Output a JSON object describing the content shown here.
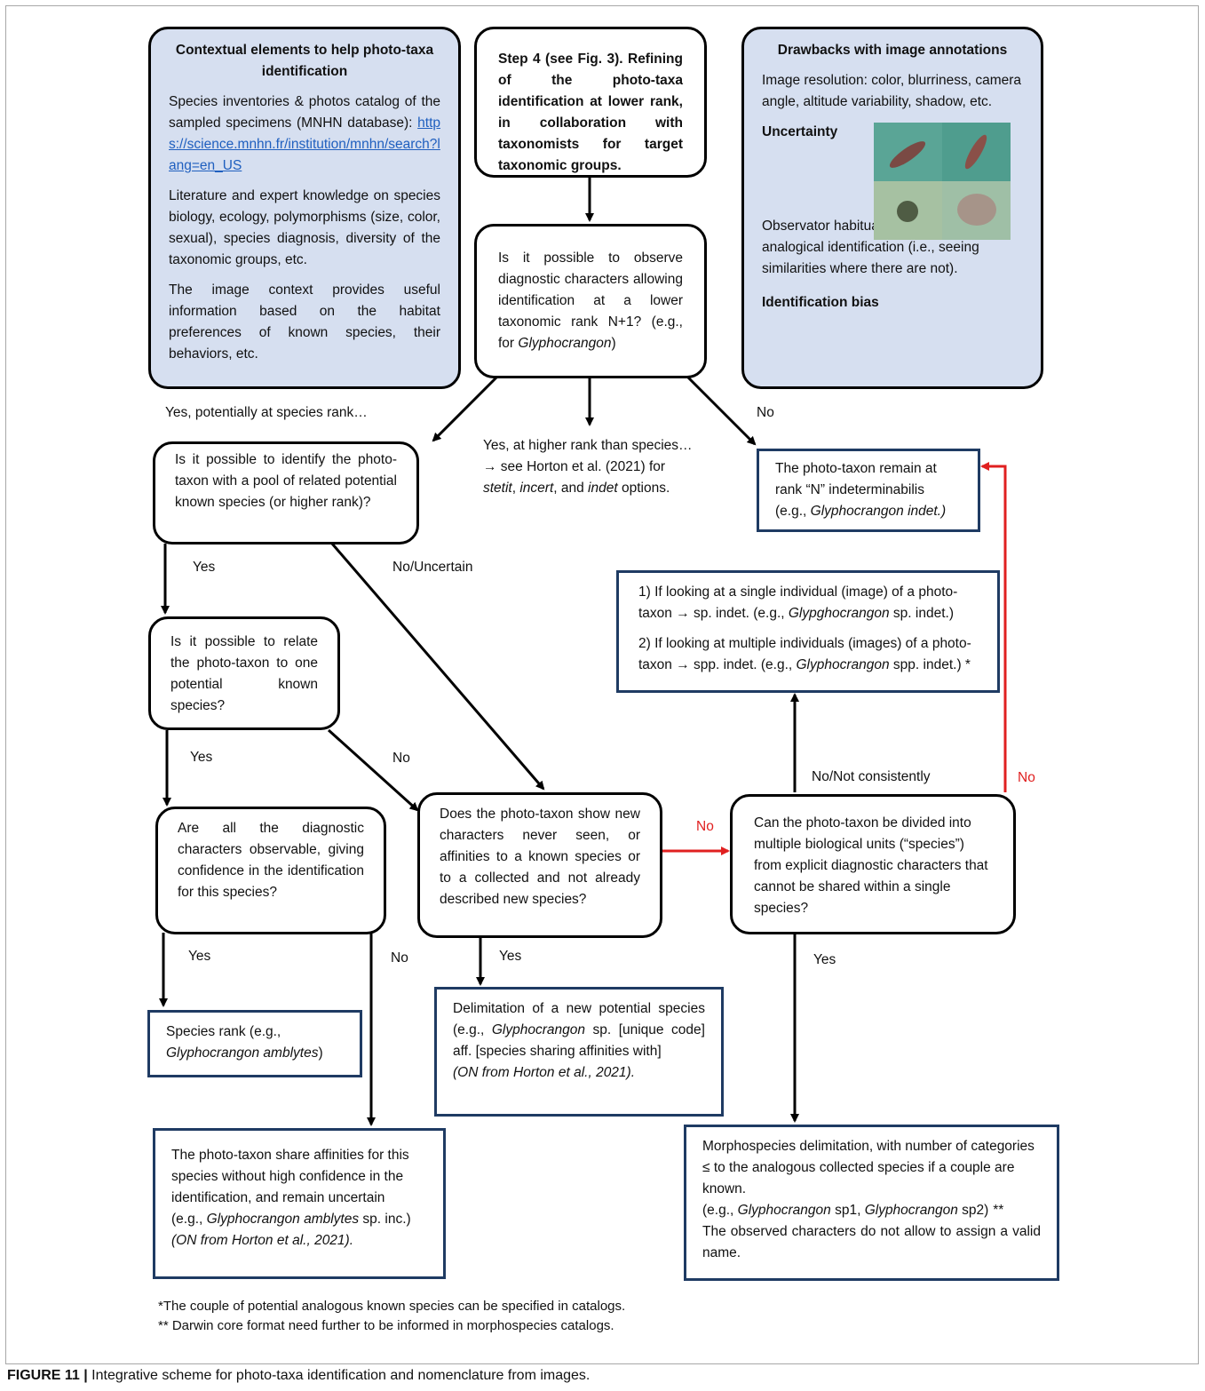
{
  "contextual": {
    "title": "Contextual elements to help photo-taxa identification",
    "p1_text": "Species inventories & photos catalog of the sampled specimens (MNHN database):",
    "p1_link": "https://science.mnhn.fr/institution/mnhn/search?lang=en_US",
    "p2": "Literature and expert knowledge on species biology, ecology, polymorphisms (size, color, sexual), species diagnosis, diversity of the taxonomic groups, etc.",
    "p3": "The image context provides useful information based on the habitat preferences of known species, their behaviors, etc."
  },
  "step4": "Step 4 (see Fig. 3). Refining of the photo-taxa identification at lower rank, in collaboration with taxonomists for target taxonomic groups.",
  "drawbacks": {
    "title": "Drawbacks with image annotations",
    "resolution": "Image resolution: color, blurriness, camera angle, altitude variability, shadow, etc.",
    "uncertainty": "Uncertainty",
    "habituation": "Observator habituation: tending to make analogical identification (i.e., seeing similarities where there are not).",
    "bias": "Identification bias"
  },
  "q_observe": {
    "text": "Is it possible to observe diagnostic characters allowing identification at a lower taxonomic rank N+1? (e.g., for ",
    "genus": "Glyphocrangon",
    "close": ")"
  },
  "labels": {
    "yes_species": "Yes, potentially at species rank…",
    "no_top": "No",
    "yes": "Yes",
    "no": "No",
    "no_uncertain": "No/Uncertain",
    "no_not_consistently": "No/Not consistently",
    "no_red": "No"
  },
  "higher_rank": {
    "line1": "Yes, at higher rank than species…",
    "line2": "→ see Horton et al. (2021) for",
    "opt1": "stetit",
    "opt2": "incert",
    "opt3": "indet",
    "and": ", and ",
    "sep": ", ",
    "tail": " options."
  },
  "remain_indet": {
    "text": "The photo-taxon remain at rank “N” indeterminabilis",
    "eg_pre": "(e.g., ",
    "genus": "Glyphocrangon",
    "eg_post": " indet.)"
  },
  "q_pool": "Is it possible to identify the photo-taxon with a pool of related potential known species (or higher rank)?",
  "q_relate": "Is it possible to relate the photo-taxon to one potential known species?",
  "q_all_chars": "Are all the diagnostic characters observable, giving confidence in the identification for this species?",
  "q_new_chars": "Does the photo-taxon show new characters never seen, or affinities to a known species or to a collected and not already described new species?",
  "q_divide": "Can the photo-taxon be divided into multiple biological units (“species”) from explicit diagnostic characters that cannot be shared within a single species?",
  "sp_indet": {
    "l1_pre": "1) If looking at a single individual (image) of a photo-taxon → sp. indet. (e.g., ",
    "l1_genus": "Glypghocrangon",
    "l1_post": " sp. indet.)",
    "l2_pre": "2) If looking at multiple individuals (images) of a photo-taxon → spp. indet. (e.g., ",
    "l2_genus": "Glyphocrangon",
    "l2_post": " spp. indet.) *"
  },
  "species_rank": {
    "pre": "Species rank (e.g.,",
    "name": "Glyphocrangon amblytes",
    "post": ")"
  },
  "delimitation": {
    "pre": "Delimitation of a new potential species (e.g., ",
    "genus": "Glyphocrangon",
    "post": " sp. [unique code] aff. [species sharing affinities with]",
    "on": "(ON from Horton et al., 2021)."
  },
  "share_affinities": {
    "text": "The photo-taxon share affinities for this species without high confidence in the identification, and remain uncertain",
    "eg_pre": "(e.g., ",
    "name": "Glyphocrangon amblytes",
    "eg_post": " sp. inc.)",
    "on": "(ON from Horton et al., 2021)."
  },
  "morphospecies": {
    "text": "Morphospecies delimitation, with number of categories ≤ to the analogous collected species if a couple are known.",
    "eg_pre": "(e.g., ",
    "g1": "Glyphocrangon",
    "mid": " sp1, ",
    "g2": "Glyphocrangon",
    "eg_post": " sp2) ",
    "stars": "**",
    "tail": "The observed characters do not allow to assign a valid name."
  },
  "footnotes": {
    "f1": "*The couple of potential analogous known species can be specified in catalogs.",
    "f2": "** Darwin core format need further to be informed in morphospecies catalogs."
  },
  "caption": {
    "label": "FIGURE 11 |",
    "text": " Integrative scheme for photo-taxa identification and nomenclature from images."
  },
  "colors": {
    "blue_fill": "#d6dff0",
    "rect_border": "#1f3b63",
    "red_arrow": "#e02020"
  }
}
